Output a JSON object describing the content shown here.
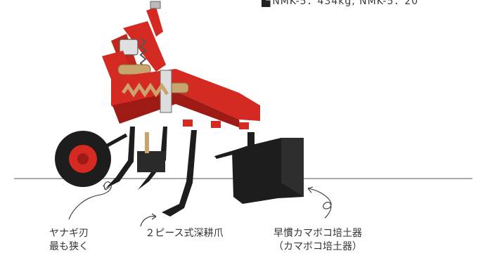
{
  "header": {
    "spec_text": "NMK-5：434kg,  NMK-5：20"
  },
  "labels": {
    "willow_blade_line1": "ヤナギ刃",
    "willow_blade_line2": "最も狭く",
    "two_piece_tine": "２ピース式深耕爪",
    "ridger_line1": "早慣カマボコ培土器",
    "ridger_line2": "（カマボコ培土器）"
  },
  "colors": {
    "frame_red": "#d42a22",
    "frame_dark_red": "#9e1a14",
    "steel_black": "#1d1d1d",
    "ground_line": "#555555",
    "spring_tan": "#c9a46c"
  }
}
